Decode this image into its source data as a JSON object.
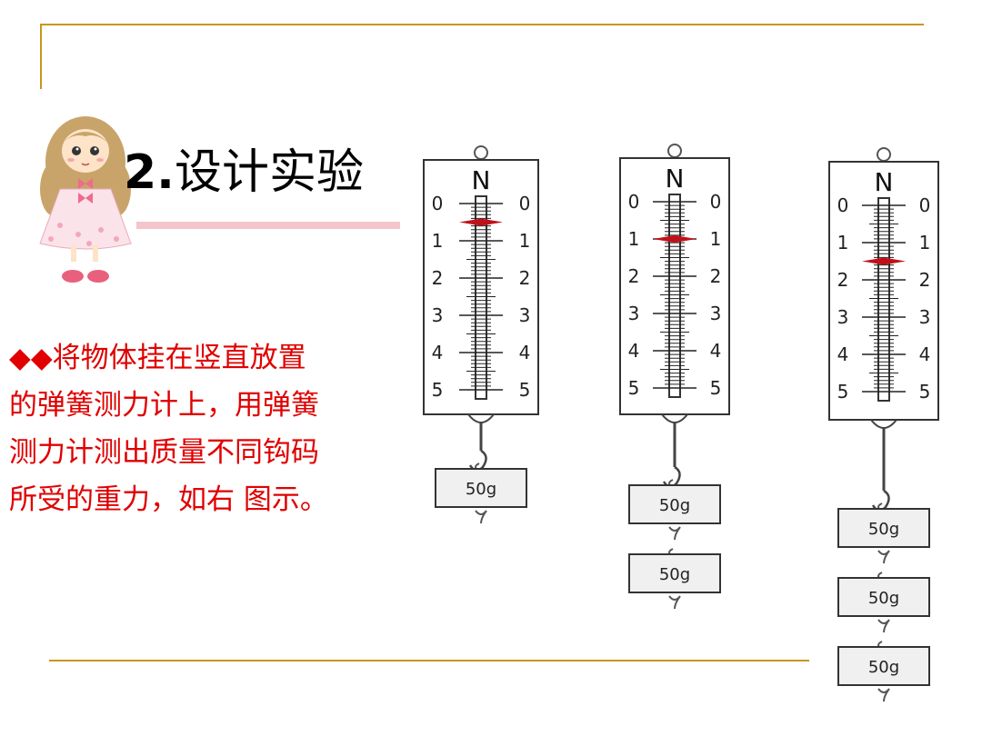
{
  "slide": {
    "title_number": "2.",
    "title_text": "设计实验",
    "description_lines": [
      "◆◆将物体挂在竖直放置",
      "的弹簧测力计上，用弹簧",
      "测力计测出质量不同钩码",
      "所受的重力，如右 图示。"
    ]
  },
  "scales": [
    {
      "unit": "N",
      "scale_numbers": [
        "0",
        "1",
        "2",
        "3",
        "4",
        "5"
      ],
      "reading_N": 0.5,
      "weights": [
        "50g"
      ]
    },
    {
      "unit": "N",
      "scale_numbers": [
        "0",
        "1",
        "2",
        "3",
        "4",
        "5"
      ],
      "reading_N": 1.0,
      "weights": [
        "50g",
        "50g"
      ]
    },
    {
      "unit": "N",
      "scale_numbers": [
        "0",
        "1",
        "2",
        "3",
        "4",
        "5"
      ],
      "reading_N": 1.5,
      "weights": [
        "50g",
        "50g",
        "50g"
      ]
    }
  ],
  "colors": {
    "frame_line": "#c8961e",
    "text_red": "#e00000",
    "pointer_red": "#c0101a",
    "pink_bar": "#f4c6cc"
  },
  "icons": {
    "decoration": "cartoon-girl-icon"
  }
}
